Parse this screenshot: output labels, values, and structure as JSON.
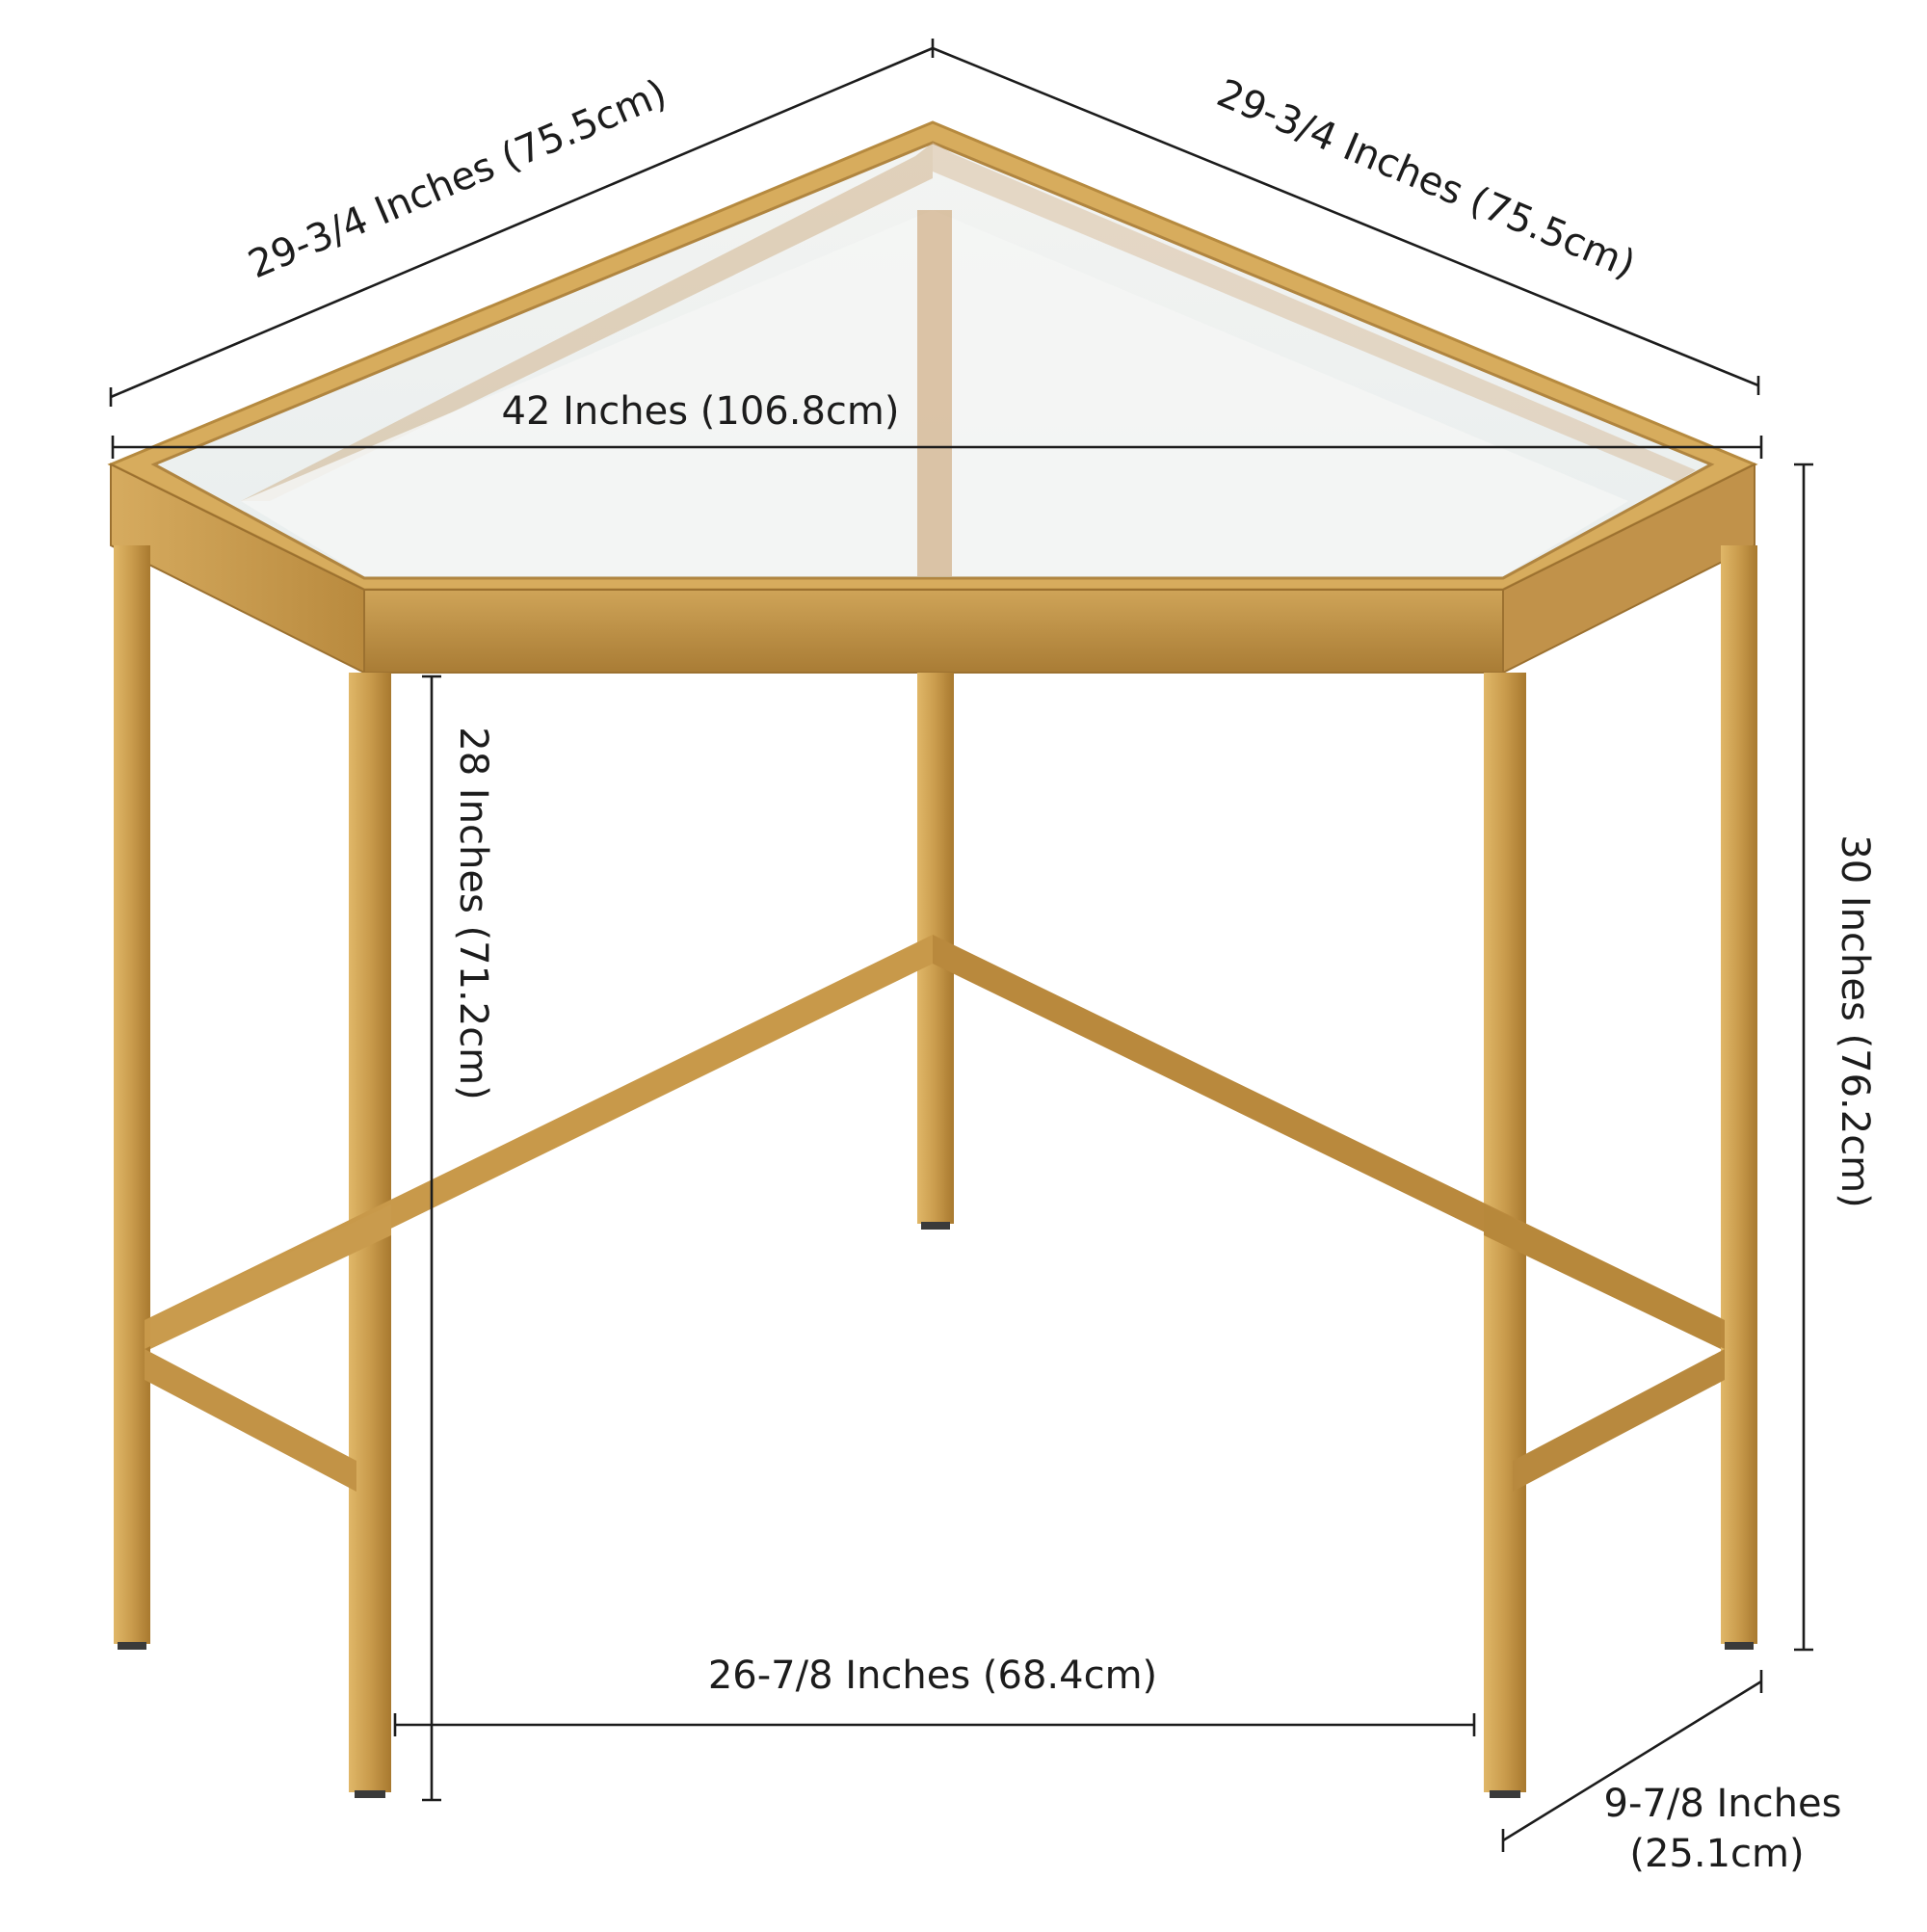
{
  "product": "corner desk",
  "colors": {
    "gold_light": "#d9ad5c",
    "gold_mid": "#c49648",
    "gold_dark": "#a67a33",
    "glass": "#eef3f3",
    "dimension_line": "#1c1c1c",
    "background": "#ffffff"
  },
  "dimensions": {
    "top_left_edge": "29-3/4 Inches (75.5cm)",
    "top_right_edge": "29-3/4 Inches (75.5cm)",
    "front_width": "42 Inches (106.8cm)",
    "inner_height": "28 Inches (71.2cm)",
    "total_height": "30 Inches (76.2cm)",
    "leg_span": "26-7/8 Inches (68.4cm)",
    "side_depth_line1": "9-7/8 Inches",
    "side_depth_line2": "(25.1cm)"
  }
}
